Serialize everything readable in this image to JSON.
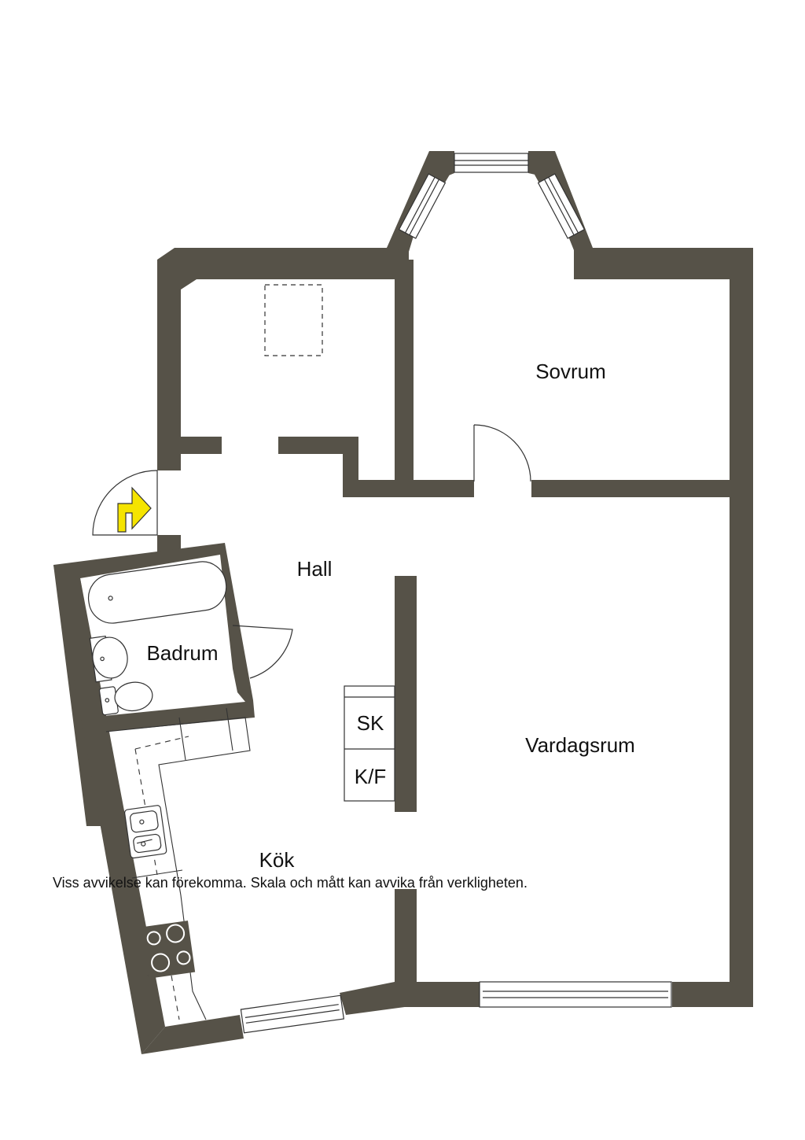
{
  "rooms": {
    "sovrum": "Sovrum",
    "hall": "Hall",
    "badrum": "Badrum",
    "vardagsrum": "Vardagsrum",
    "kok": "Kök",
    "sk": "SK",
    "kf": "K/F"
  },
  "disclaimer": "Viss avvikelse kan förekomma. Skala och mått kan avvika från verkligheten.",
  "colors": {
    "wall": "#565248",
    "entrance_marker": "#f5e400",
    "line": "#333333"
  },
  "icons": {
    "entrance": "entrance-arrow-icon"
  }
}
